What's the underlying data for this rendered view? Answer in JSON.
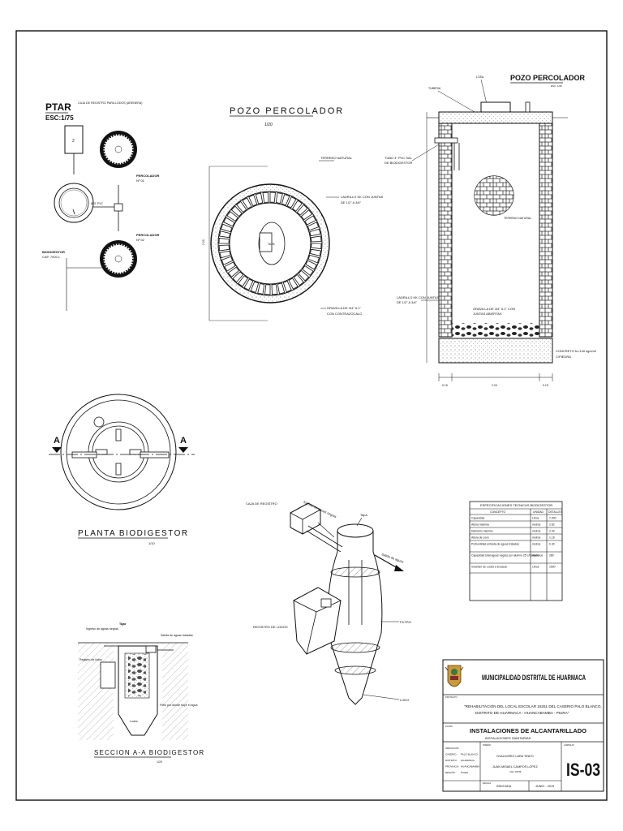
{
  "ptar": {
    "title": "PTAR",
    "scale": "ESC:1/75",
    "caja_registro": "CAJA DE REGISTRO PARA LODOS (ARENERA)",
    "perc1": "PERCOLADOR",
    "perc1_sub": "Nº 01",
    "perc2": "PERCOLADOR",
    "perc2_sub": "Nº 02",
    "biodigestor": "BIODIGESTOR",
    "biodigestor_sub": "CAP. 7000 L"
  },
  "pozo": {
    "title": "POZO PERCOLADOR",
    "scale": "1/20",
    "label_terreno": "TERRENO NATURAL",
    "label_ladrillo": "LADRILLO KK CON JUNTAS",
    "label_ladrillo_sub": "DE 1/2\" A 3/4\"",
    "label_grava": "GRAVILLA DE 3/4\" A 1\"",
    "label_grava_sub": "CON CONTRAZOCALO"
  },
  "corte": {
    "title": "POZO PERCOLADOR",
    "scale": "ESC: 1/20",
    "label_losa": "LOSA",
    "label_tuberia": "TUBERIA",
    "label_tubo": "TUBO 4\" PVC SAL",
    "label_tubo_sub": "DE BIODIGESTOR",
    "label_relleno": "TERRENO NATURAL",
    "label_ladrillo": "LADRILLO KK CON JUNTAS",
    "label_ladrillo_sub": "DE 1/2\" A 3/4\"",
    "label_grava": "GRAVILLA DE 3/4\" A 1\" CON",
    "label_grava_sub": "JUNTAS ABIERTAS",
    "label_cimiento": "CONCRETO fc=140 kg/cm2",
    "label_cimiento_sub": "C/PIEDRA"
  },
  "planta": {
    "title": "PLANTA BIODIGESTOR",
    "scale": "1/10",
    "cut_left": "A",
    "cut_right": "A"
  },
  "seccion": {
    "title": "SECCION A-A BIODIGESTOR",
    "scale": "1/20",
    "label_tapa": "Tapa",
    "label_ingreso": "Ingreso de aguas negras",
    "label_salida": "Salida de aguas tratadas",
    "label_registro": "Registro de lodos",
    "label_filtro": "Filtro por donde fluye el agua",
    "label_lodos": "Lodos"
  },
  "iso": {
    "label_caja": "CAJA DE REGISTRO",
    "label_ingreso": "Ingreso de aguas negras",
    "label_tapa": "Tapa",
    "label_salida": "Salida de aguas",
    "label_registro": "REGISTRO DE LODOS",
    "label_filtro": "FILTRO",
    "label_lodo": "LODO"
  },
  "specs": {
    "title": "ESPECIFICACIONES TECNICAS BIODIGESTOR",
    "headers": [
      "CONCEPTO",
      "UNIDAD",
      "DETALLES"
    ],
    "rows": [
      [
        "Capacidad",
        "Litros",
        "7,000"
      ],
      [
        "Altura máxima",
        "metros",
        "2.82"
      ],
      [
        "Diámetro máximo",
        "metros",
        "2.42"
      ],
      [
        "Altura de cono",
        "metros",
        "1.16"
      ],
      [
        "Profundidad entrada de aguas tratadas",
        "metros",
        "0.40"
      ],
      [
        "Capacidad total aguas negras por alumno 25 L/Usuario",
        "Alumnos",
        "280"
      ],
      [
        "Volumen de Lodos a Evacuar",
        "Litros",
        "1500"
      ]
    ]
  },
  "titleblock": {
    "entity": "MUNICIPALIDAD DISTRITAL DE HUARMACA",
    "project_label": "PROYECTO",
    "project": "\"REHABILITACIÓN DEL LOCAL ESCOLAR 15251 DEL CASERIO PALO BLANCO,",
    "project_line2": "DISTRITO DE HUARMACA - HUANCABAMBA - PIURA\"",
    "plano_label": "PLANO",
    "plano": "INSTALACIONES DE ALCANTARILLADO",
    "plano_sub": "INSTALACIONES SANITARIAS",
    "loc_labels": [
      "UBICACIÓN",
      "CASERIO",
      "DISTRITO",
      "PROVINCIA",
      "REGIÓN"
    ],
    "loc_values": [
      "",
      "PALO BLANCO",
      "HUARMACA",
      "HUANCABAMBA",
      "PIURA"
    ],
    "designer_label": "DISEÑO",
    "designer": "OVALDORIO LARA TINEO",
    "designer2": "JUAN MISAEL CAMPOS LOPEZ",
    "designer2_sub": "CAP. 1/6756",
    "escala_label": "ESCALA",
    "escala": "INDICADA",
    "fecha": "JUNIO - 2019",
    "lamina_label": "LAMINA Nº",
    "sheet": "IS-03"
  },
  "colors": {
    "line": "#111111",
    "paper": "#ffffff",
    "shade": "#cfcfcf"
  }
}
